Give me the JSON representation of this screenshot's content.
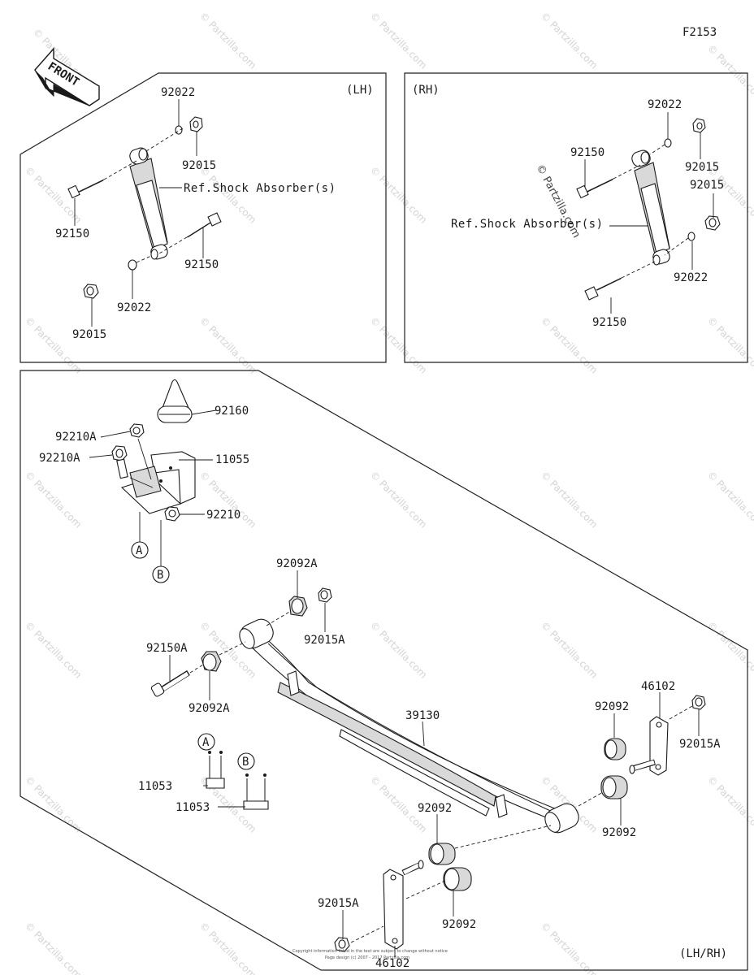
{
  "figure_code": "F2153",
  "front_label": "FRONT",
  "watermark": "© Partzilla.com",
  "panels": {
    "lh": {
      "side": "(LH)",
      "labels": {
        "washer_top": "92022",
        "nut_top": "92015",
        "bolt_top": "92150",
        "ref": "Ref.Shock Absorber(s)",
        "bolt_bottom": "92150",
        "washer_bottom": "92022",
        "nut_bottom": "92015"
      }
    },
    "rh": {
      "side": "(RH)",
      "labels": {
        "washer_top": "92022",
        "bolt_top": "92150",
        "nut_top": "92015",
        "nut_mid": "92015",
        "ref": "Ref.Shock Absorber(s)",
        "washer_bottom": "92022",
        "bolt_bottom": "92150"
      }
    },
    "main": {
      "side": "(LH/RH)",
      "labels": {
        "bump_stop": "92160",
        "nut_a1": "92210A",
        "nut_a2": "92210A",
        "bracket": "11055",
        "nut": "92210",
        "ref_a": "A",
        "ref_b": "B",
        "bushing_top": "92092A",
        "nut_top": "92015A",
        "bolt": "92150A",
        "bushing_left": "92092A",
        "spring": "39130",
        "shackle_right": "46102",
        "bushing_r1": "92092",
        "nut_right": "92015A",
        "ubolt_a_tag": "A",
        "ubolt_b_tag": "B",
        "ubolt_a": "11053",
        "ubolt_b": "11053",
        "bushing_c": "92092",
        "bushing_r2": "92092",
        "nut_bottom": "92015A",
        "bushing_bottom": "92092",
        "shackle_bottom": "46102",
        "footer_line1": "Copyright information listed in the text are subject to change without notice",
        "footer_line2": "Page design (c) 2007 - 2017 Partzilla.com"
      }
    }
  }
}
